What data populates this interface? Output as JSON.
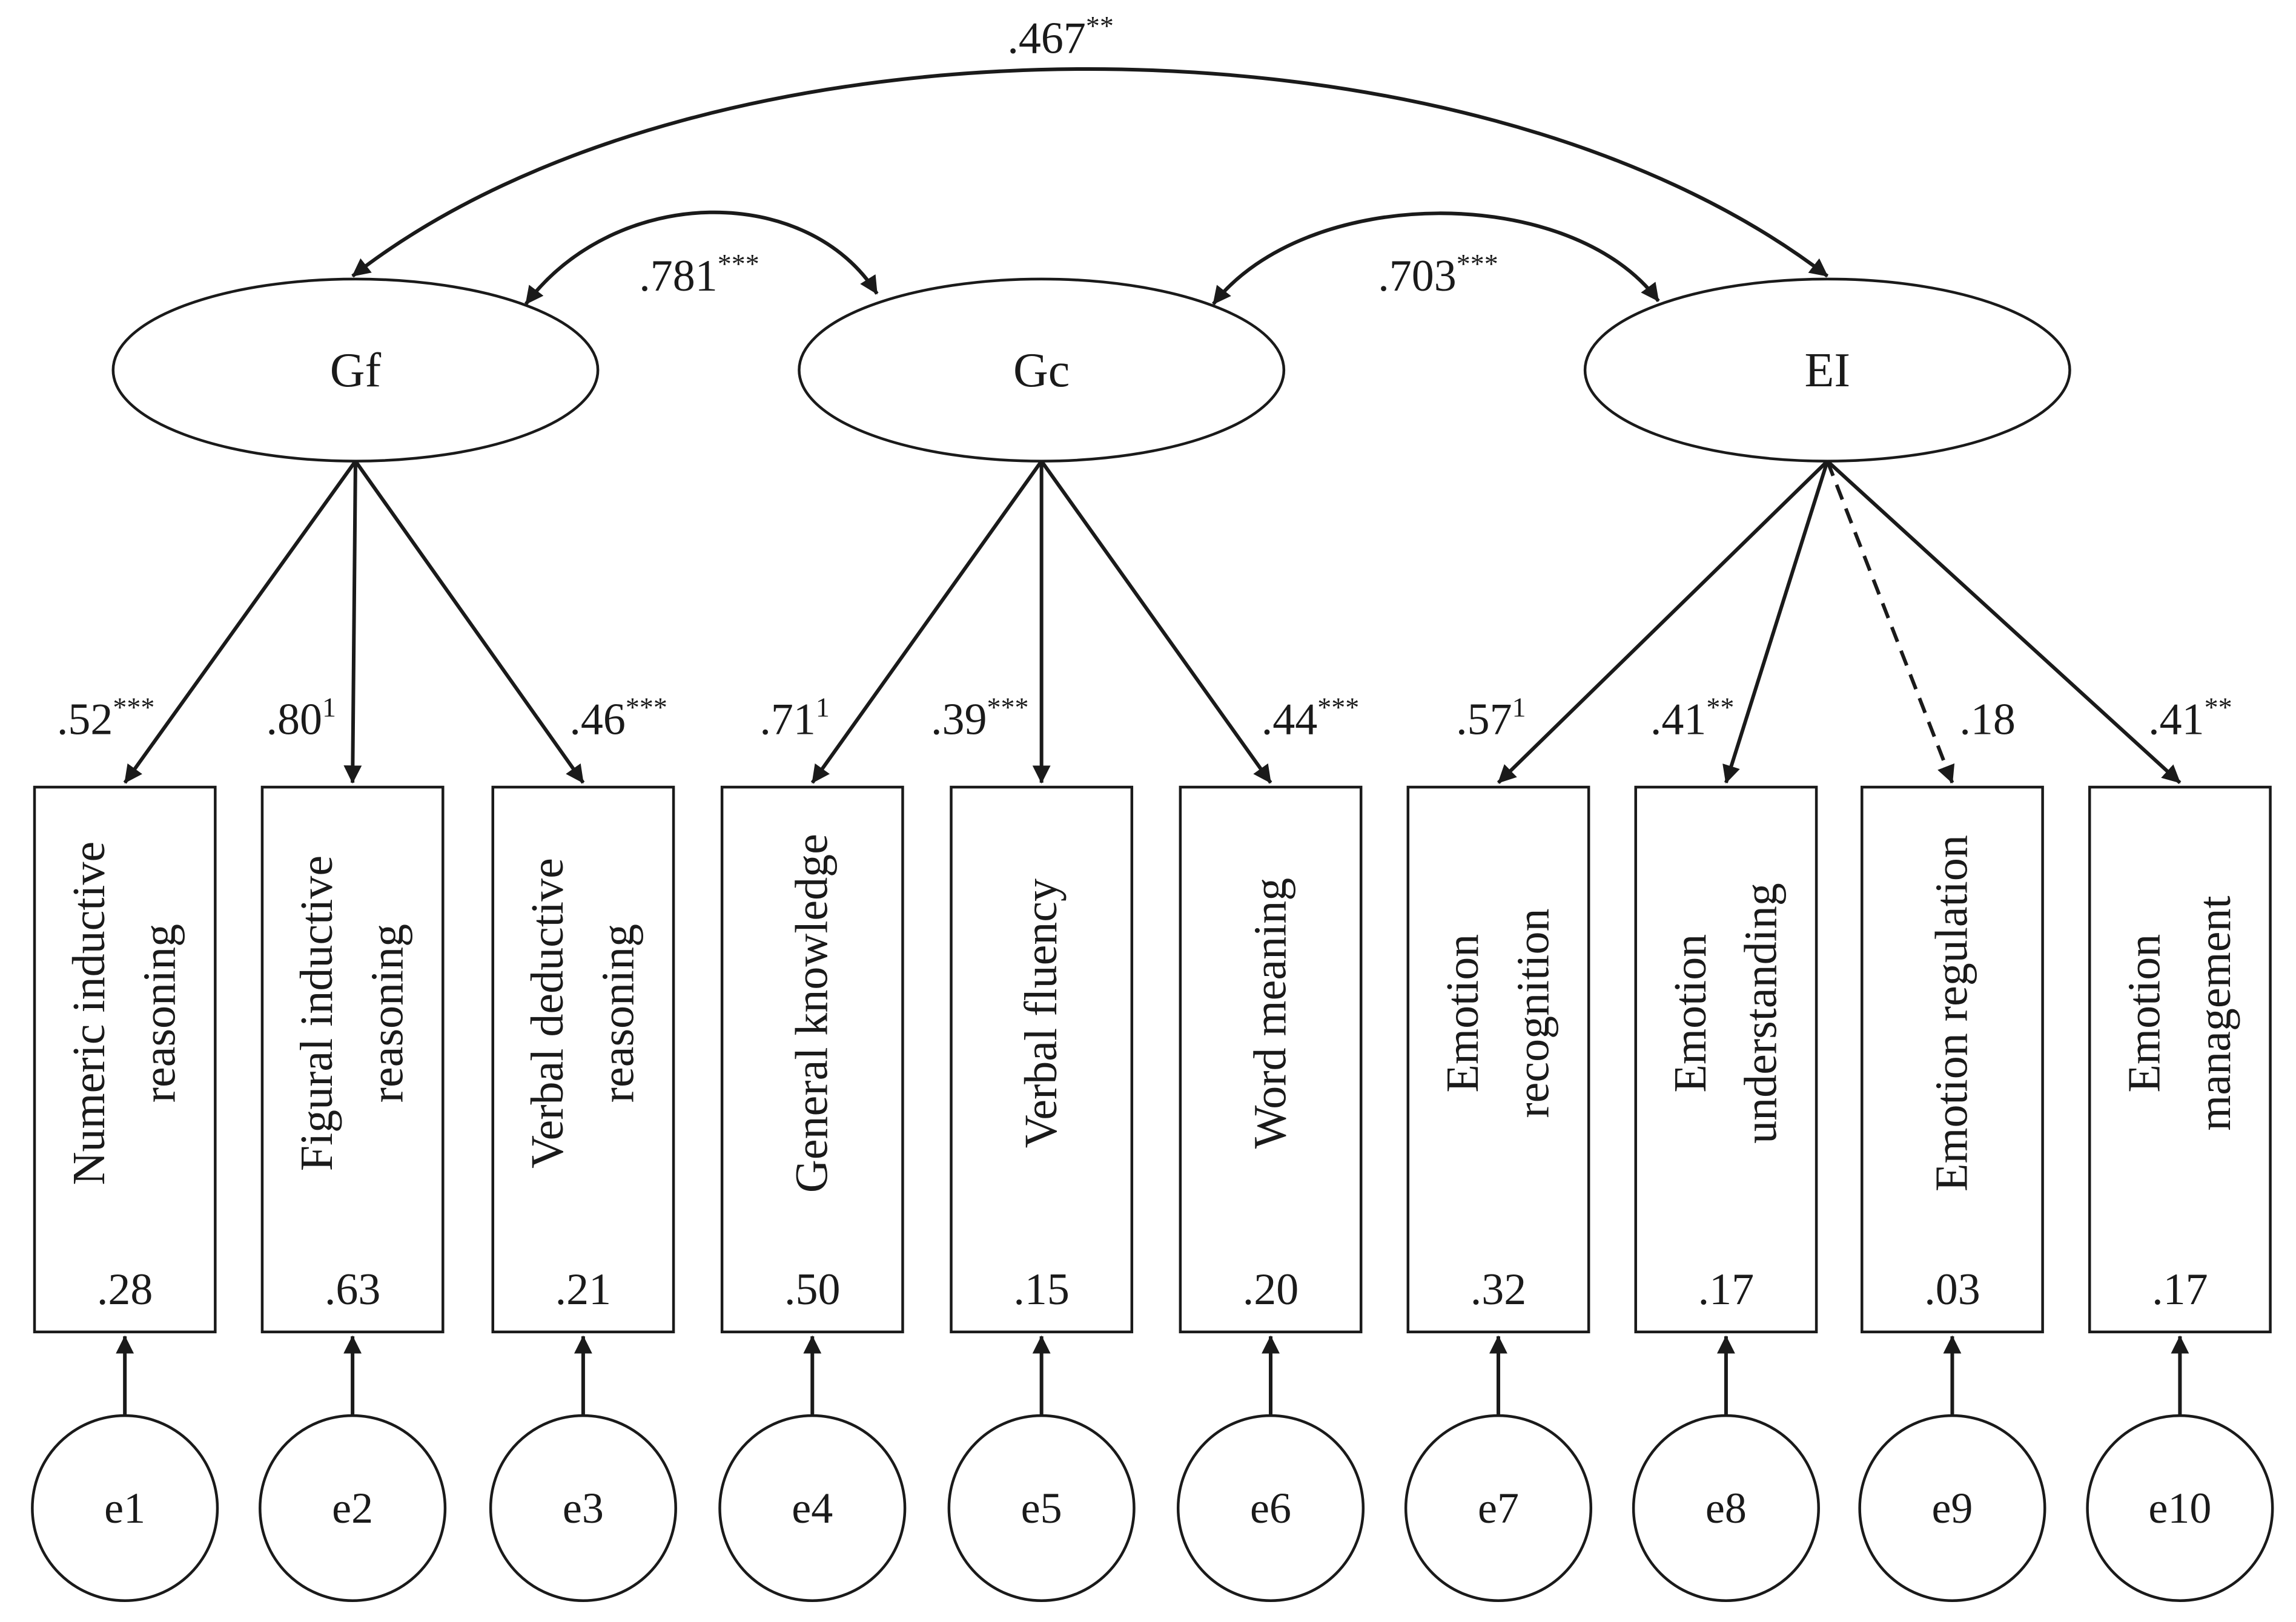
{
  "latents": [
    {
      "id": "Gf",
      "label": "Gf"
    },
    {
      "id": "Gc",
      "label": "Gc"
    },
    {
      "id": "EI",
      "label": "EI"
    }
  ],
  "correlations": [
    {
      "from": "Gf",
      "to": "EI",
      "value": ".467",
      "sig": "**"
    },
    {
      "from": "Gf",
      "to": "Gc",
      "value": ".781",
      "sig": "***"
    },
    {
      "from": "Gc",
      "to": "EI",
      "value": ".703",
      "sig": "***"
    }
  ],
  "indicators": [
    {
      "factor": "Gf",
      "lines": [
        "Numeric inductive",
        "reasoning"
      ],
      "loading": ".52",
      "sig": "***",
      "r2": ".28",
      "error": "e1",
      "dashed": false
    },
    {
      "factor": "Gf",
      "lines": [
        "Figural inductive",
        "reasoning"
      ],
      "loading": ".80",
      "sig": "1",
      "r2": ".63",
      "error": "e2",
      "dashed": false
    },
    {
      "factor": "Gf",
      "lines": [
        "Verbal deductive",
        "reasoning"
      ],
      "loading": ".46",
      "sig": "***",
      "r2": ".21",
      "error": "e3",
      "dashed": false
    },
    {
      "factor": "Gc",
      "lines": [
        "General knowledge"
      ],
      "loading": ".71",
      "sig": "1",
      "r2": ".50",
      "error": "e4",
      "dashed": false
    },
    {
      "factor": "Gc",
      "lines": [
        "Verbal fluency"
      ],
      "loading": ".39",
      "sig": "***",
      "r2": ".15",
      "error": "e5",
      "dashed": false
    },
    {
      "factor": "Gc",
      "lines": [
        "Word meaning"
      ],
      "loading": ".44",
      "sig": "***",
      "r2": ".20",
      "error": "e6",
      "dashed": false
    },
    {
      "factor": "EI",
      "lines": [
        "Emotion",
        "recognition"
      ],
      "loading": ".57",
      "sig": "1",
      "r2": ".32",
      "error": "e7",
      "dashed": false
    },
    {
      "factor": "EI",
      "lines": [
        "Emotion",
        "understanding"
      ],
      "loading": ".41",
      "sig": "**",
      "r2": ".17",
      "error": "e8",
      "dashed": false
    },
    {
      "factor": "EI",
      "lines": [
        "Emotion regulation"
      ],
      "loading": ".18",
      "sig": "",
      "r2": ".03",
      "error": "e9",
      "dashed": true
    },
    {
      "factor": "EI",
      "lines": [
        "Emotion",
        "management"
      ],
      "loading": ".41",
      "sig": "**",
      "r2": ".17",
      "error": "e10",
      "dashed": false
    }
  ]
}
